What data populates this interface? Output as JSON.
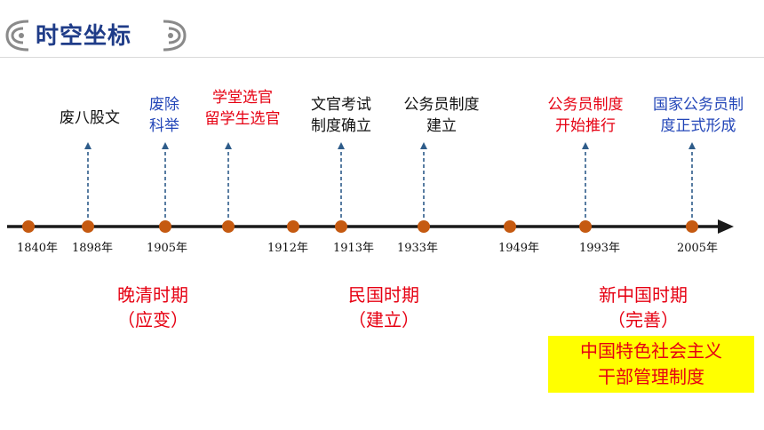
{
  "header": {
    "title": "时空坐标"
  },
  "events": [
    {
      "lines": [
        "废八股文"
      ],
      "color": "#111111"
    },
    {
      "lines": [
        "废除",
        "科举"
      ],
      "color": "#2346b8"
    },
    {
      "lines": [
        "学堂选官",
        "留学生选官"
      ],
      "color": "#e60012"
    },
    {
      "lines": [
        "文官考试",
        "制度确立"
      ],
      "color": "#111111"
    },
    {
      "lines": [
        "公务员制度",
        "建立"
      ],
      "color": "#111111"
    },
    {
      "lines": [
        "公务员制度",
        "开始推行"
      ],
      "color": "#e60012"
    },
    {
      "lines": [
        "国家公务员制",
        "度正式形成"
      ],
      "color": "#2346b8"
    }
  ],
  "years": [
    "1840年",
    "1898年",
    "1905年",
    "1912年",
    "1913年",
    "1933年",
    "1949年",
    "1993年",
    "2005年"
  ],
  "periods": [
    {
      "name": "晚清时期",
      "note": "（应变）"
    },
    {
      "name": "民国时期",
      "note": "（建立）"
    },
    {
      "name": "新中国时期",
      "note": "（完善）"
    }
  ],
  "highlight": {
    "lines": [
      "中国特色社会主义",
      "干部管理制度"
    ]
  },
  "colors": {
    "axis": "#1a1a1a",
    "dot": "#c55a11",
    "arrow": "#2e5c8a",
    "title": "#1f3c88",
    "highlight_bg": "#ffff00",
    "red": "#e60012",
    "blue": "#2346b8"
  }
}
